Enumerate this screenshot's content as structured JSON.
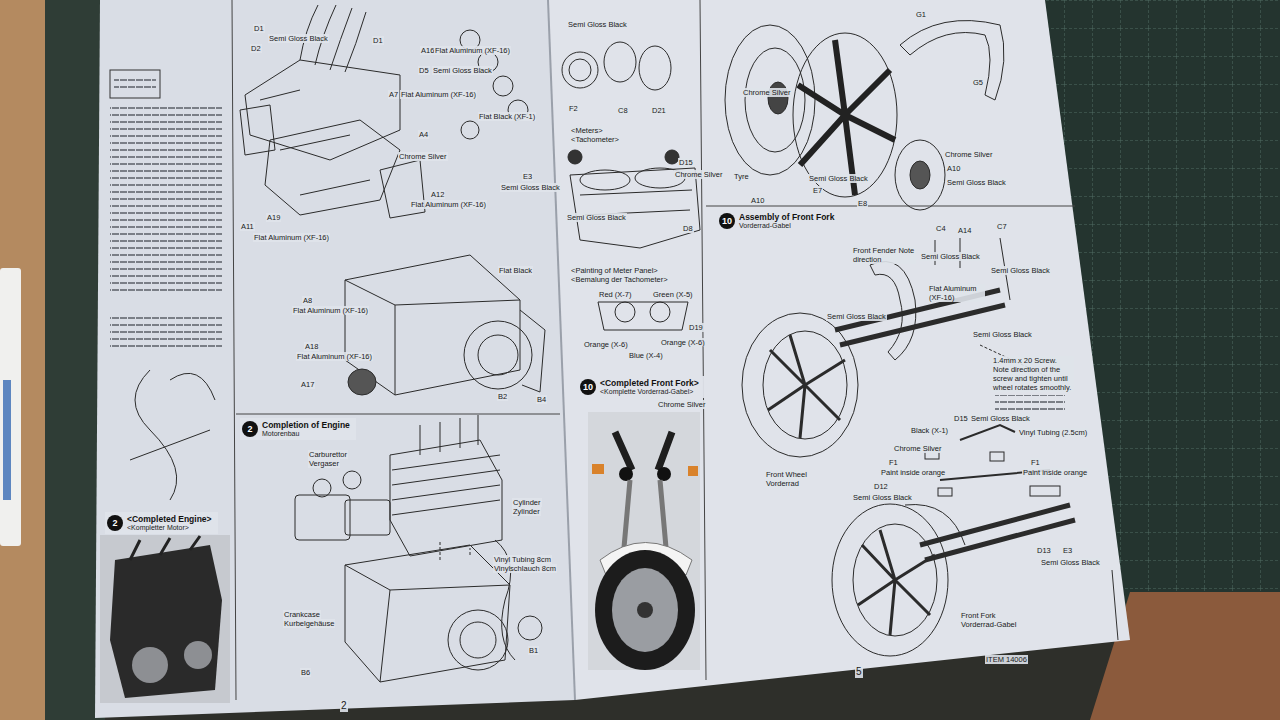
{
  "diagram": {
    "nodes": [
      {
        "text": [
          "2",
          "Completion of Engine",
          "Motorenbau"
        ]
      },
      {
        "text": [
          "2",
          "<Completed Engine>",
          "<Kompletter Motor>"
        ]
      },
      {
        "text": [
          "10",
          "<Completed Front Fork>",
          "<Komplette Vorderrad-Gabel>"
        ]
      },
      {
        "text": [
          "10",
          "Assembly of Front Fork",
          "Vorderrad-Gabel"
        ]
      }
    ],
    "labels": [
      "D1",
      "D2",
      "Semi Gloss Black",
      "D1",
      "A16",
      "Flat Aluminum (XF-16)",
      "D5",
      "Semi Gloss Black",
      "A7",
      "Flat Aluminum (XF-16)",
      "Flat Black (XF-1)",
      "A4",
      "Chrome Silver",
      "E3",
      "Semi Gloss Black",
      "A12",
      "Flat Aluminum (XF-16)",
      "A11",
      "A19",
      "Flat Aluminum (XF-16)",
      "Flat Black",
      "A8",
      "Flat Aluminum (XF-16)",
      "A18",
      "Flat Aluminum (XF-16)",
      "A17",
      "B2",
      "B4",
      "Carburettor",
      "Vergaser",
      "Cylinder",
      "Zylinder",
      "Vinyl Tubing 8cm",
      "Vinylschlauch 8cm",
      "Crankcase",
      "Kurbelgehäuse",
      "B1",
      "B6",
      "2",
      "Semi Gloss Black",
      "F2",
      "C8",
      "D21",
      "<Meters>",
      "<Tachometer>",
      "D15",
      "Chrome Silver",
      "Semi Gloss Black",
      "D8",
      "<Painting of Meter Panel>",
      "<Bemalung der Tachometer>",
      "Red (X-7)",
      "Green (X-5)",
      "D19",
      "Orange (X-6)",
      "Blue (X-4)",
      "Orange (X-6)",
      "Chrome Silver",
      "Chrome Silver",
      "Tyre",
      "A10",
      "Semi Gloss Black",
      "E7",
      "E8",
      "Chrome Silver",
      "A10",
      "Semi Gloss Black",
      "G1",
      "G5",
      "C4",
      "A14",
      "C7",
      "Front Fender Note direction",
      "Semi Gloss Black",
      "Semi Gloss Black",
      "Flat Aluminum (XF-16)",
      "Semi Gloss Black",
      "Semi Gloss Black",
      "1.4mm x 20 Screw. Note direction of the screw and tighten until wheel rotates smoothly.",
      "Front Wheel",
      "Vorderrad",
      "D15",
      "Semi Gloss Black",
      "Black (X-1)",
      "Vinyl Tubing (2.5cm)",
      "Chrome Silver",
      "F1",
      "F1",
      "Paint inside orange",
      "Paint inside orange",
      "D12",
      "Semi Gloss Black",
      "D13",
      "E3",
      "Semi Gloss Black",
      "Front Fork",
      "Vorderrad-Gabel",
      "ITEM 14006",
      "5"
    ]
  }
}
